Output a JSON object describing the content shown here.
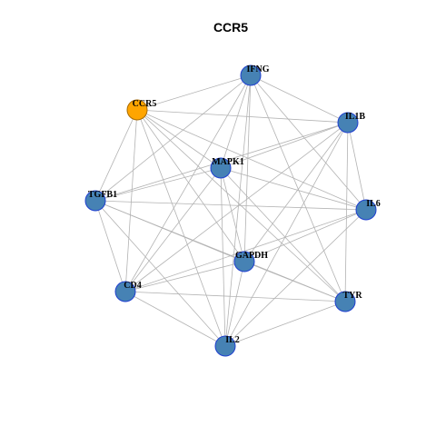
{
  "title": "CCR5",
  "colors": {
    "default_node_fill": "#4682B4",
    "default_node_stroke": "#1F3FD0",
    "highlight_node_fill": "#FFA500",
    "highlight_node_stroke": "#A86A00",
    "edge": "#B3B3B3"
  },
  "nodes": [
    {
      "id": "IFNG",
      "label": "IFNG",
      "highlight": false
    },
    {
      "id": "CCR5",
      "label": "CCR5",
      "highlight": true
    },
    {
      "id": "IL1B",
      "label": "IL1B",
      "highlight": false
    },
    {
      "id": "MAPK1",
      "label": "MAPK1",
      "highlight": false
    },
    {
      "id": "TGFB1",
      "label": "TGFB1",
      "highlight": false
    },
    {
      "id": "IL6",
      "label": "IL6",
      "highlight": false
    },
    {
      "id": "GAPDH",
      "label": "GAPDH",
      "highlight": false
    },
    {
      "id": "CD4",
      "label": "CD4",
      "highlight": false
    },
    {
      "id": "TYR",
      "label": "TYR",
      "highlight": false
    },
    {
      "id": "IL2",
      "label": "IL2",
      "highlight": false
    }
  ],
  "edges": [
    [
      "IFNG",
      "CCR5"
    ],
    [
      "IFNG",
      "IL1B"
    ],
    [
      "IFNG",
      "MAPK1"
    ],
    [
      "IFNG",
      "TGFB1"
    ],
    [
      "IFNG",
      "IL6"
    ],
    [
      "IFNG",
      "GAPDH"
    ],
    [
      "IFNG",
      "CD4"
    ],
    [
      "IFNG",
      "TYR"
    ],
    [
      "IFNG",
      "IL2"
    ],
    [
      "CCR5",
      "IL1B"
    ],
    [
      "CCR5",
      "MAPK1"
    ],
    [
      "CCR5",
      "TGFB1"
    ],
    [
      "CCR5",
      "IL6"
    ],
    [
      "CCR5",
      "GAPDH"
    ],
    [
      "CCR5",
      "CD4"
    ],
    [
      "CCR5",
      "TYR"
    ],
    [
      "CCR5",
      "IL2"
    ],
    [
      "IL1B",
      "MAPK1"
    ],
    [
      "IL1B",
      "TGFB1"
    ],
    [
      "IL1B",
      "IL6"
    ],
    [
      "IL1B",
      "GAPDH"
    ],
    [
      "IL1B",
      "CD4"
    ],
    [
      "IL1B",
      "TYR"
    ],
    [
      "IL1B",
      "IL2"
    ],
    [
      "MAPK1",
      "TGFB1"
    ],
    [
      "MAPK1",
      "IL6"
    ],
    [
      "MAPK1",
      "GAPDH"
    ],
    [
      "MAPK1",
      "CD4"
    ],
    [
      "MAPK1",
      "TYR"
    ],
    [
      "MAPK1",
      "IL2"
    ],
    [
      "TGFB1",
      "IL6"
    ],
    [
      "TGFB1",
      "GAPDH"
    ],
    [
      "TGFB1",
      "CD4"
    ],
    [
      "TGFB1",
      "TYR"
    ],
    [
      "TGFB1",
      "IL2"
    ],
    [
      "IL6",
      "GAPDH"
    ],
    [
      "IL6",
      "CD4"
    ],
    [
      "IL6",
      "IL2"
    ],
    [
      "GAPDH",
      "CD4"
    ],
    [
      "GAPDH",
      "TYR"
    ],
    [
      "GAPDH",
      "IL2"
    ],
    [
      "CD4",
      "TYR"
    ],
    [
      "CD4",
      "IL2"
    ],
    [
      "TYR",
      "IL2"
    ]
  ]
}
